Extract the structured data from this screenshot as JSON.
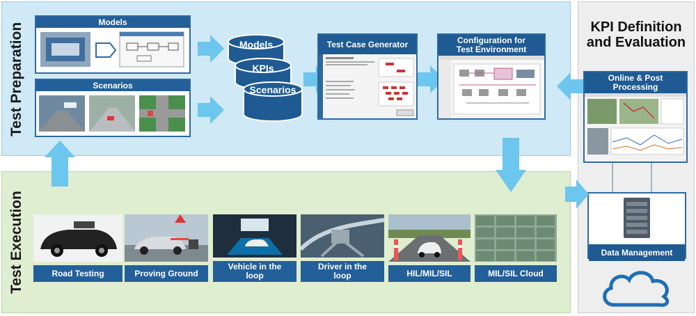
{
  "sections": {
    "test_preparation": "Test Preparation",
    "test_execution": "Test Execution",
    "kpi_definition": "KPI Definition and Evaluation",
    "kpi_line1": "KPI Definition",
    "kpi_line2": "and Evaluation"
  },
  "preparation": {
    "models_panel": "Models",
    "scenarios_panel": "Scenarios",
    "database_items": [
      "Models",
      "KPIs",
      "Scenarios"
    ],
    "test_case_generator": "Test Case Generator",
    "config_line1": "Configuration for",
    "config_line2": "Test Environment"
  },
  "kpi": {
    "online_line1": "Online & Post",
    "online_line2": "Processing",
    "data_management": "Data Management"
  },
  "execution": {
    "items": [
      {
        "line1": "Road Testing",
        "line2": ""
      },
      {
        "line1": "Proving Ground",
        "line2": ""
      },
      {
        "line1": "Vehicle in the",
        "line2": "loop"
      },
      {
        "line1": "Driver in the",
        "line2": "loop"
      },
      {
        "line1": "HIL/MIL/SIL",
        "line2": ""
      },
      {
        "line1": "MIL/SIL Cloud",
        "line2": ""
      }
    ]
  },
  "colors": {
    "panel_blue": "#23609a",
    "arrow_blue": "#6cc6ee",
    "prep_bg": "#cfe9f6",
    "exec_bg": "#dfeed0"
  }
}
